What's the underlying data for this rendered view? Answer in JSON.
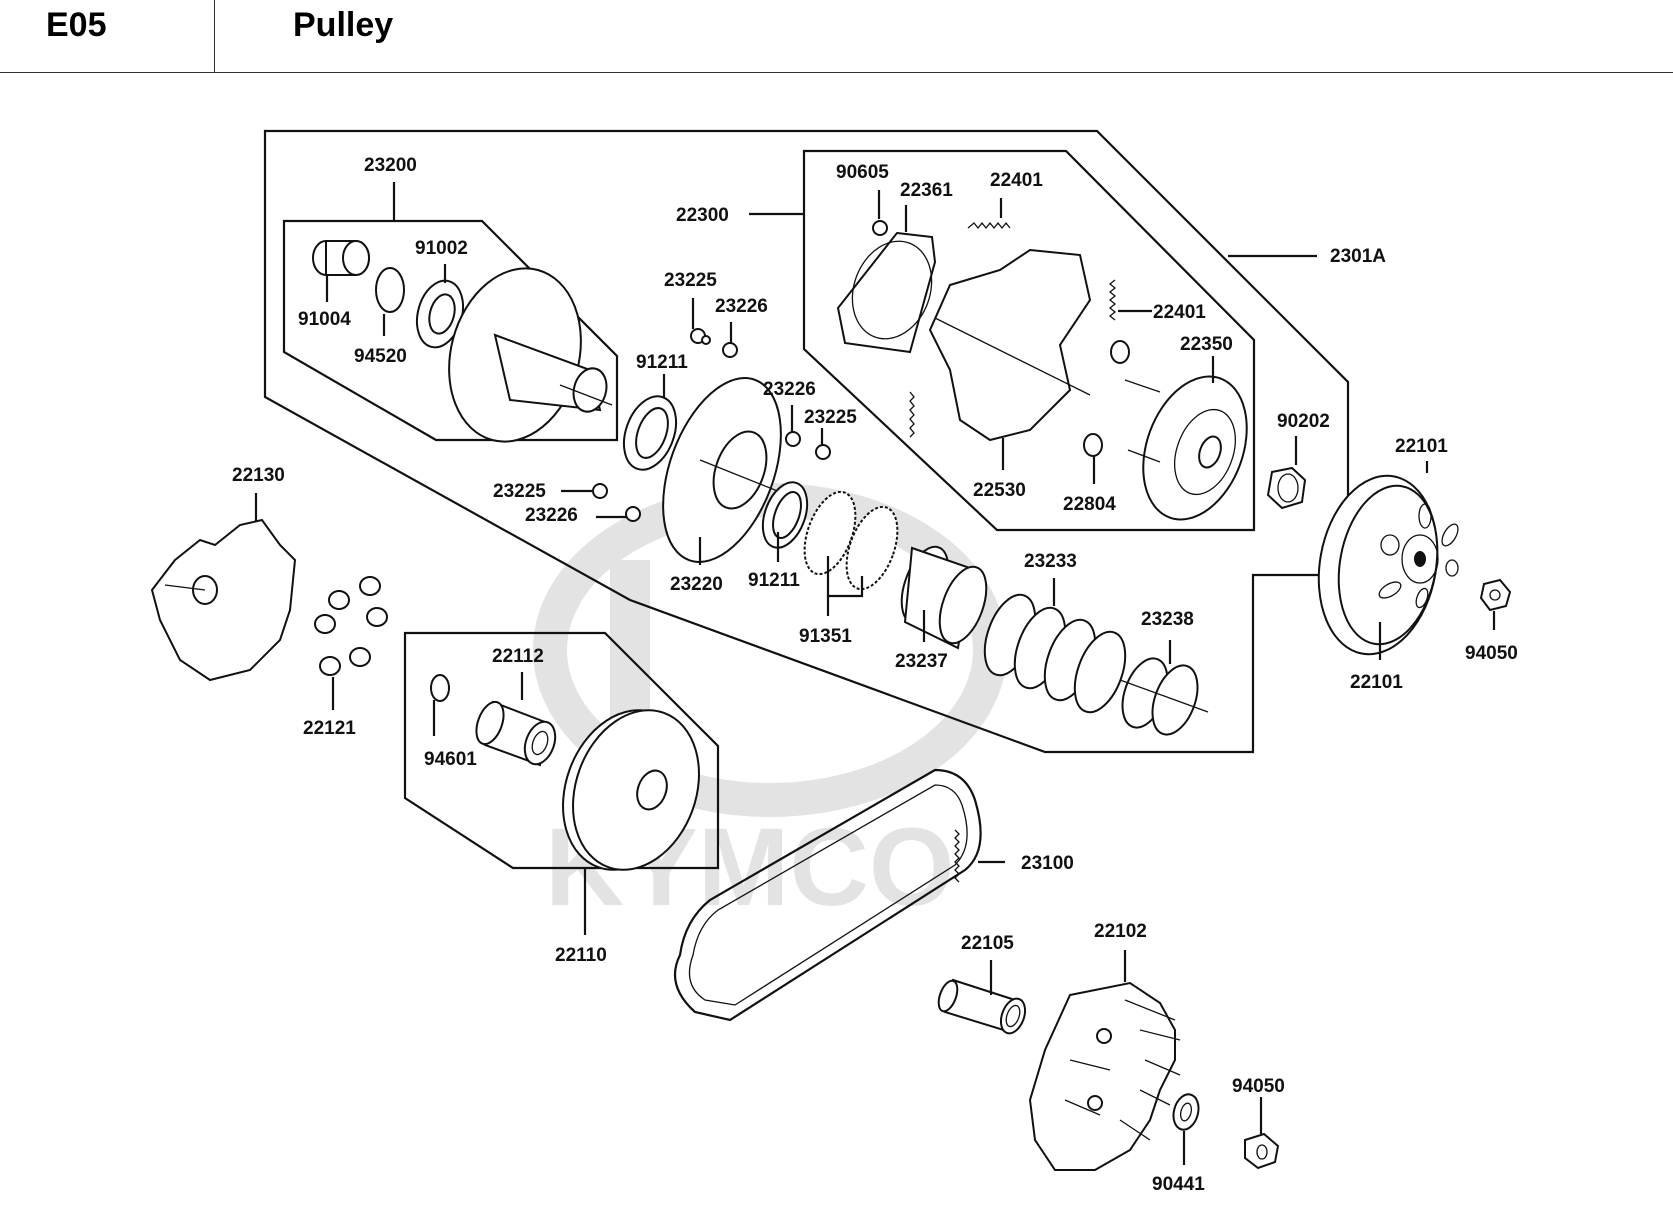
{
  "header": {
    "code": "E05",
    "title": "Pulley"
  },
  "watermark": {
    "brand": "KYMCO",
    "color": "#e3e3e3"
  },
  "groups": {
    "movable_drive_face_assy": "23200",
    "clutch_assy": "22300",
    "driven_pulley_assy": "2301A",
    "movable_drive_face_comp": "22110"
  },
  "labels": {
    "p23200": "23200",
    "p91002": "91002",
    "p91004": "91004",
    "p94520": "94520",
    "p23225a": "23225",
    "p23226a": "23226",
    "p91211a": "91211",
    "p22300": "22300",
    "p90605": "90605",
    "p22361": "22361",
    "p22401a": "22401",
    "p22401b": "22401",
    "p22350": "22350",
    "p2301A": "2301A",
    "p23226b": "23226",
    "p23225b": "23225",
    "p22530": "22530",
    "p22804": "22804",
    "p90202": "90202",
    "p22101a": "22101",
    "p22101b": "22101",
    "p94050a": "94050",
    "p22130": "22130",
    "p23225c": "23225",
    "p23226c": "23226",
    "p23220": "23220",
    "p91211b": "91211",
    "p91351": "91351",
    "p23237": "23237",
    "p23233": "23233",
    "p23238": "23238",
    "p22121": "22121",
    "p22112": "22112",
    "p94601": "94601",
    "p22110": "22110",
    "p23100": "23100",
    "p22105": "22105",
    "p22102": "22102",
    "p94050b": "94050",
    "p90441": "90441"
  }
}
